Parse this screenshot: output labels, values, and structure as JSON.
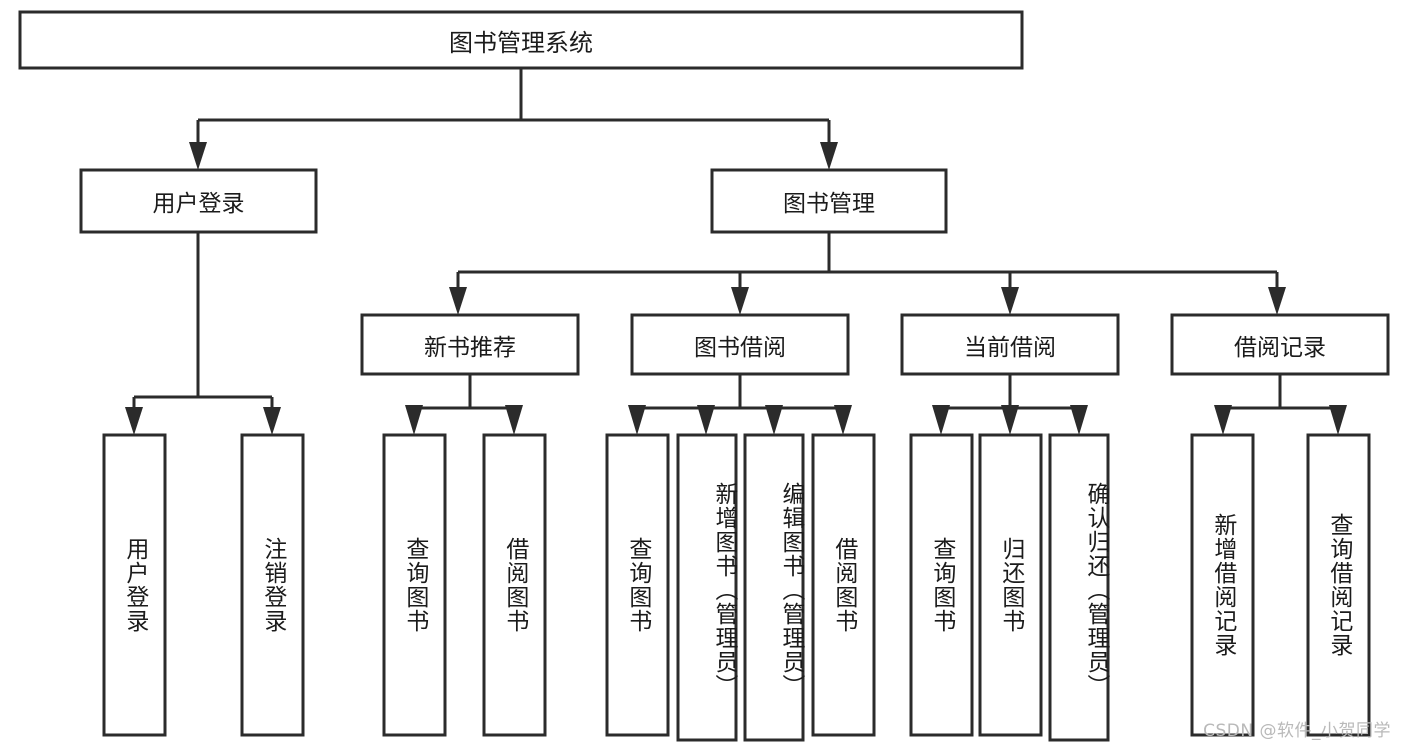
{
  "diagram": {
    "type": "tree-hierarchy",
    "title": "图书管理系统",
    "watermark": "CSDN @软件_小贺同学",
    "colors": {
      "box_stroke": "#2b2b2b",
      "box_fill": "#ffffff",
      "text": "#1b1b1b",
      "background": "#ffffff",
      "watermark": "#b9b9b9"
    },
    "root": {
      "label": "图书管理系统"
    },
    "level2": [
      {
        "id": "user-login",
        "label": "用户登录"
      },
      {
        "id": "book-management",
        "label": "图书管理"
      }
    ],
    "level3": [
      {
        "id": "new-book-recommend",
        "label": "新书推荐",
        "parent": "book-management"
      },
      {
        "id": "book-borrow",
        "label": "图书借阅",
        "parent": "book-management"
      },
      {
        "id": "current-borrow",
        "label": "当前借阅",
        "parent": "book-management"
      },
      {
        "id": "borrow-record",
        "label": "借阅记录",
        "parent": "book-management"
      }
    ],
    "leaves": [
      {
        "id": "leaf-user-login",
        "label": "用户登录",
        "parent": "user-login"
      },
      {
        "id": "leaf-logout-login",
        "label": "注销登录",
        "parent": "user-login"
      },
      {
        "id": "leaf-query-book-1",
        "label": "查询图书",
        "parent": "new-book-recommend"
      },
      {
        "id": "leaf-borrow-book-1",
        "label": "借阅图书",
        "parent": "new-book-recommend"
      },
      {
        "id": "leaf-query-book-2",
        "label": "查询图书",
        "parent": "book-borrow"
      },
      {
        "id": "leaf-add-book",
        "label": "新增图书（管理员）",
        "parent": "book-borrow"
      },
      {
        "id": "leaf-edit-book",
        "label": "编辑图书（管理员）",
        "parent": "book-borrow"
      },
      {
        "id": "leaf-borrow-book-2",
        "label": "借阅图书",
        "parent": "book-borrow"
      },
      {
        "id": "leaf-query-book-3",
        "label": "查询图书",
        "parent": "current-borrow"
      },
      {
        "id": "leaf-return-book",
        "label": "归还图书",
        "parent": "current-borrow"
      },
      {
        "id": "leaf-confirm-return",
        "label": "确认归还（管理员）",
        "parent": "current-borrow"
      },
      {
        "id": "leaf-add-record",
        "label": "新增借阅记录",
        "parent": "borrow-record"
      },
      {
        "id": "leaf-query-record",
        "label": "查询借阅记录",
        "parent": "borrow-record"
      }
    ]
  }
}
